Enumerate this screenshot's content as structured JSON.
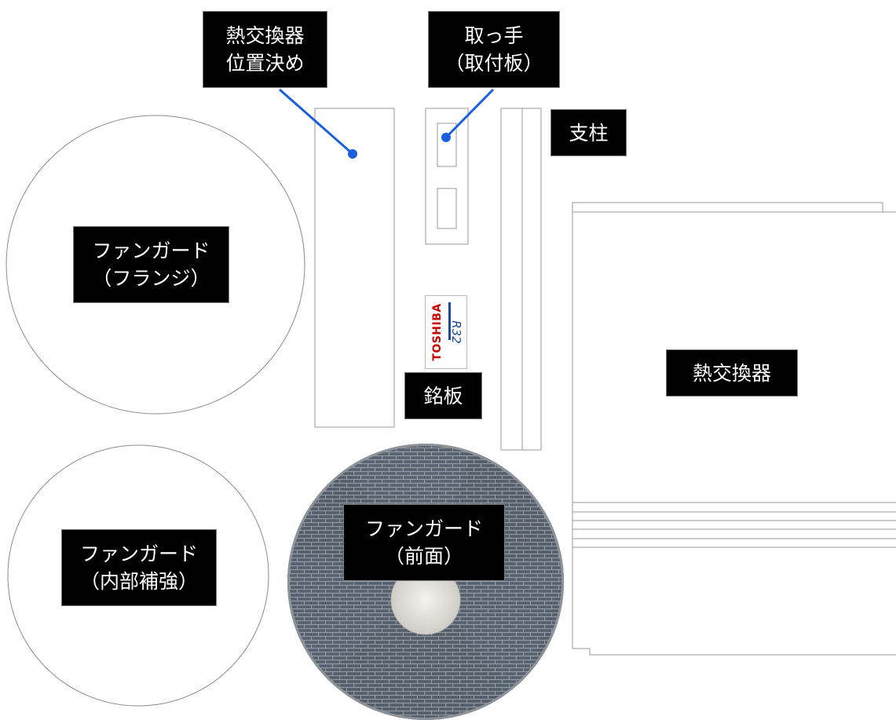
{
  "labels": {
    "hx_positioning": [
      "熱交換器",
      "位置決め"
    ],
    "handle": [
      "取っ手",
      "（取付板）"
    ],
    "pillar": "支柱",
    "fan_guard_flange": [
      "ファンガード",
      "（フランジ）"
    ],
    "nameplate": "銘板",
    "heat_exchanger": "熱交換器",
    "fan_guard_front": [
      "ファンガード",
      "（前面）"
    ],
    "fan_guard_inner": [
      "ファンガード",
      "（内部補強）"
    ]
  },
  "nameplate_badge": {
    "brand": "TOSHIBA",
    "model": "R32"
  },
  "colors": {
    "leader_line": "#1a5fe0",
    "label_bg": "#000000",
    "label_text": "#ffffff",
    "brand_red": "#cc0000",
    "badge_blue": "#1a4a9c"
  }
}
